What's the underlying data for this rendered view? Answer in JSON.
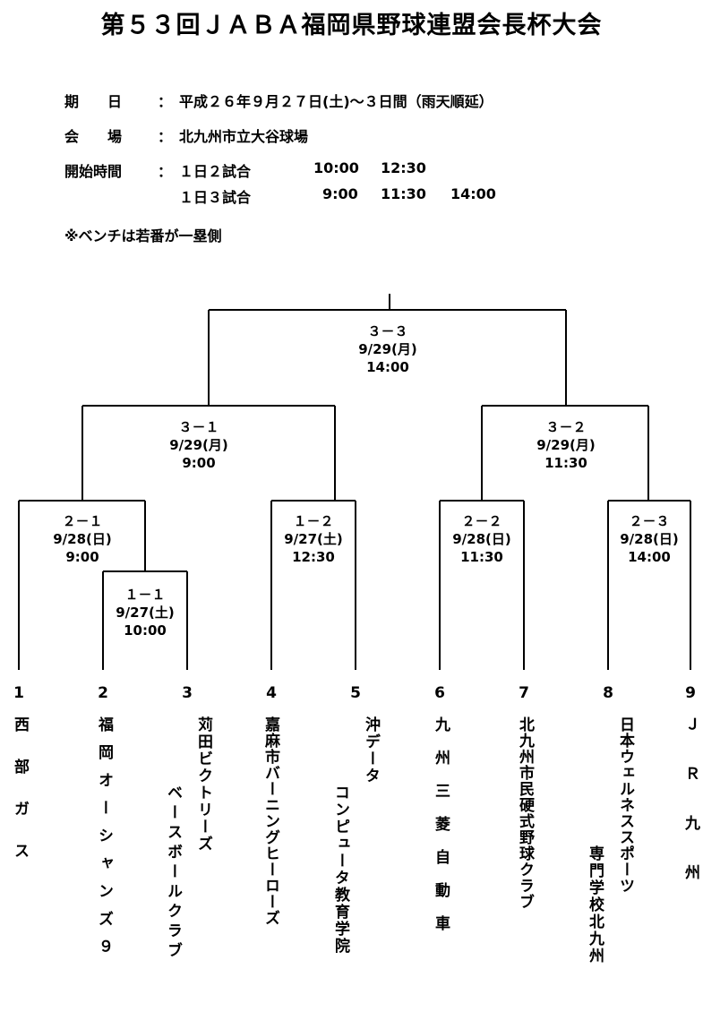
{
  "title": "第５３回ＪＡＢＡ福岡県野球連盟会長杯大会",
  "info": {
    "date_label": "期　　日",
    "date_value": "平成２６年９月２７日(土)～３日間（雨天順延）",
    "venue_label": "会　　場",
    "venue_value": "北九州市立大谷球場",
    "start_label": "開始時間",
    "colon": "：",
    "two_games": "１日２試合",
    "two_games_times": [
      "10:00",
      "12:30"
    ],
    "three_games": "１日３試合",
    "three_games_times": [
      "9:00",
      "11:30",
      "14:00"
    ]
  },
  "note": "※ベンチは若番が一塁側",
  "matches": [
    {
      "id": "3-3",
      "lines": [
        "３－３",
        "9/29(月)",
        "14:00"
      ]
    },
    {
      "id": "3-1",
      "lines": [
        "３－１",
        "9/29(月)",
        "9:00"
      ]
    },
    {
      "id": "3-2",
      "lines": [
        "３－２",
        "9/29(月)",
        "11:30"
      ]
    },
    {
      "id": "2-1",
      "lines": [
        "２－１",
        "9/28(日)",
        "9:00"
      ]
    },
    {
      "id": "1-1",
      "lines": [
        "１－１",
        "9/27(土)",
        "10:00"
      ]
    },
    {
      "id": "1-2",
      "lines": [
        "１－２",
        "9/27(土)",
        "12:30"
      ]
    },
    {
      "id": "2-2",
      "lines": [
        "２－２",
        "9/28(日)",
        "11:30"
      ]
    },
    {
      "id": "2-3",
      "lines": [
        "２－３",
        "9/28(日)",
        "14:00"
      ]
    }
  ],
  "teams": [
    {
      "num": "1",
      "name": [
        "西部ガス"
      ]
    },
    {
      "num": "2",
      "name": [
        "福岡オーシャンズ９"
      ]
    },
    {
      "num": "3",
      "name": [
        "苅田ビクトリーズ",
        "ベースボールクラブ"
      ]
    },
    {
      "num": "4",
      "name": [
        "嘉麻市バーニングヒーローズ"
      ]
    },
    {
      "num": "5",
      "name": [
        "沖データ",
        "コンピュータ教育学院"
      ]
    },
    {
      "num": "6",
      "name": [
        "九州三菱自動車"
      ]
    },
    {
      "num": "7",
      "name": [
        "北九州市民硬式野球クラブ"
      ]
    },
    {
      "num": "8",
      "name": [
        "日本ウェルネススポーツ",
        "専門学校北九州"
      ]
    },
    {
      "num": "9",
      "name": [
        "ＪＲ九州"
      ]
    }
  ]
}
